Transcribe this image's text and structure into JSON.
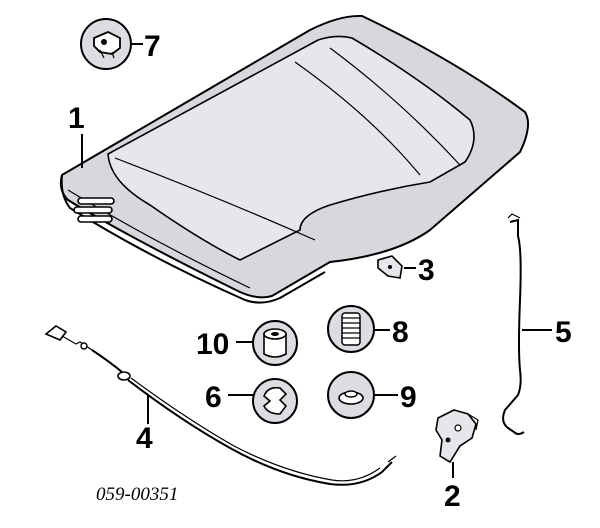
{
  "diagram_id": "059-00351",
  "callouts": {
    "c1": "1",
    "c2": "2",
    "c3": "3",
    "c4": "4",
    "c5": "5",
    "c6": "6",
    "c7": "7",
    "c8": "8",
    "c9": "9",
    "c10": "10"
  }
}
